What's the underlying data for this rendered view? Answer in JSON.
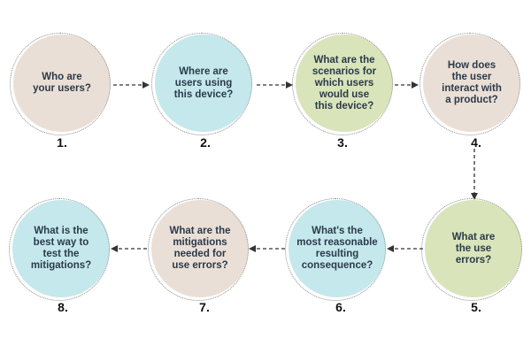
{
  "colors": {
    "beige": "#eadfd6",
    "aqua": "#c4e8eb",
    "green": "#d9e4ba",
    "text": "#2b3a4a",
    "arrow": "#333333"
  },
  "steps": [
    {
      "text": "Who are\nyour users?",
      "number": "1.",
      "color": "beige"
    },
    {
      "text": "Where are\nusers using\nthis device?",
      "number": "2.",
      "color": "aqua"
    },
    {
      "text": "What are the\nscenarios for\nwhich users\nwould use\nthis device?",
      "number": "3.",
      "color": "green"
    },
    {
      "text": "How does\nthe user\ninteract with\na product?",
      "number": "4.",
      "color": "beige"
    },
    {
      "text": "What are\nthe use\nerrors?",
      "number": "5.",
      "color": "green"
    },
    {
      "text": "What's the\nmost reasonable\nresulting\nconsequence?",
      "number": "6.",
      "color": "aqua"
    },
    {
      "text": "What are the\nmitigations\nneeded for\nuse errors?",
      "number": "7.",
      "color": "beige"
    },
    {
      "text": "What is the\nbest way to\ntest the\nmitigations?",
      "number": "8.",
      "color": "aqua"
    }
  ],
  "arrows": [
    {
      "from": 1,
      "to": 2
    },
    {
      "from": 2,
      "to": 3
    },
    {
      "from": 3,
      "to": 4
    },
    {
      "from": 4,
      "to": 5
    },
    {
      "from": 5,
      "to": 6
    },
    {
      "from": 6,
      "to": 7
    },
    {
      "from": 7,
      "to": 8
    }
  ]
}
